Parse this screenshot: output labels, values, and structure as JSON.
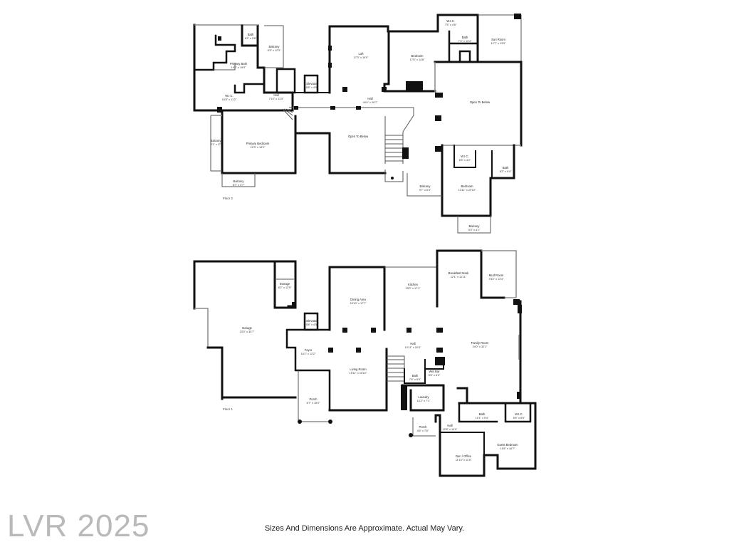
{
  "floor2": {
    "label": "Floor 2",
    "rooms": [
      {
        "id": "bath-f2-a",
        "name": "Bath",
        "dim": "6'2\" x 5'8\""
      },
      {
        "id": "balcony-f2-a",
        "name": "Balcony",
        "dim": "6'5\" x 12'3\""
      },
      {
        "id": "primary-bath",
        "name": "Primary Bath",
        "dim": "19'0\" x 19'9\""
      },
      {
        "id": "wic-f2-a",
        "name": "W.I.C.",
        "dim": "16'8\" x 11'2\""
      },
      {
        "id": "hall-f2-a",
        "name": "Hall",
        "dim": "7'10\" x 11'3\""
      },
      {
        "id": "elevator-f2",
        "name": "Elevator",
        "dim": "5'8\" x 4'5\""
      },
      {
        "id": "loft",
        "name": "Loft",
        "dim": "17'3\" x 19'0\""
      },
      {
        "id": "hall-f2-b",
        "name": "Hall",
        "dim": "44'4\" x 26'7\""
      },
      {
        "id": "bedroom-f2-a",
        "name": "Bedroom",
        "dim": "17'6\" x 14'6\""
      },
      {
        "id": "wic-f2-b",
        "name": "W.I.C.",
        "dim": "7'5\" x 4'6\""
      },
      {
        "id": "bath-f2-b",
        "name": "Bath",
        "dim": "7'4\" x 13'4\""
      },
      {
        "id": "sun-room",
        "name": "Sun Room",
        "dim": "12'7\" x 13'9\""
      },
      {
        "id": "open-below-f2-a",
        "name": "Open To Below",
        "dim": ""
      },
      {
        "id": "open-below-f2-b",
        "name": "Open To Below",
        "dim": ""
      },
      {
        "id": "balcony-f2-b",
        "name": "Balcony",
        "dim": "3'1\" x 17'"
      },
      {
        "id": "primary-bedroom",
        "name": "Primary Bedroom",
        "dim": "22'3\" x 19'2\""
      },
      {
        "id": "balcony-f2-c",
        "name": "Balcony",
        "dim": "8'7\" x 3'7\""
      },
      {
        "id": "wic-f2-c",
        "name": "W.I.C.",
        "dim": "6'5\" x 4'2\""
      },
      {
        "id": "bath-f2-c",
        "name": "Bath",
        "dim": "8'2\" x 9'4\""
      },
      {
        "id": "balcony-f2-d",
        "name": "Balcony",
        "dim": "9'7\" x 6'4\""
      },
      {
        "id": "bedroom-f2-b",
        "name": "Bedroom",
        "dim": "13'11\" x 20'10\""
      },
      {
        "id": "balcony-f2-e",
        "name": "Balcony",
        "dim": "9'3\" x 4'1\""
      }
    ]
  },
  "floor1": {
    "label": "Floor 1",
    "rooms": [
      {
        "id": "storage",
        "name": "Storage",
        "dim": "8'2\" x 12'5\""
      },
      {
        "id": "garage",
        "name": "Garage",
        "dim": "23'3\" x 30'7\""
      },
      {
        "id": "elevator-f1",
        "name": "Elevator",
        "dim": "5'8\" x 4'5\""
      },
      {
        "id": "dining-area",
        "name": "Dining Area",
        "dim": "15'10\" x 17'7\""
      },
      {
        "id": "kitchen",
        "name": "Kitchen",
        "dim": "23'0\" x 17'1\""
      },
      {
        "id": "breakfast-nook",
        "name": "Breakfast Nook",
        "dim": "12'1\" x 11'11\""
      },
      {
        "id": "mud-room",
        "name": "Mud Room",
        "dim": "9'10\" x 13'4\""
      },
      {
        "id": "foyer",
        "name": "Foyer",
        "dim": "16'1\" x 12'2\""
      },
      {
        "id": "hall-f1-a",
        "name": "Hall",
        "dim": "14'11\" x 10'0\""
      },
      {
        "id": "family-room",
        "name": "Family Room",
        "dim": "24'0\" x 32'1\""
      },
      {
        "id": "living-room",
        "name": "Living Room",
        "dim": "15'11\" x 15'10\""
      },
      {
        "id": "bath-f1-a",
        "name": "Bath",
        "dim": "7'6\" x 6'5\""
      },
      {
        "id": "wet-bar",
        "name": "Wet Bar",
        "dim": "5'6\" x 6'0\""
      },
      {
        "id": "porch-f1-a",
        "name": "Porch",
        "dim": "8'7\" x 15'0\""
      },
      {
        "id": "laundry",
        "name": "Laundry",
        "dim": "10'2\" x 7'1\""
      },
      {
        "id": "bath-f1-b",
        "name": "Bath",
        "dim": "10'1\" x 5'4\""
      },
      {
        "id": "wic-f1",
        "name": "W.I.C.",
        "dim": "6'8\" x 6'6\""
      },
      {
        "id": "porch-f1-b",
        "name": "Porch",
        "dim": "4'6\" x 7'6\""
      },
      {
        "id": "hall-f1-b",
        "name": "Hall",
        "dim": "12'8\" x 14'0\""
      },
      {
        "id": "den-office",
        "name": "Den / Office",
        "dim": "11'10\" x 11'5\""
      },
      {
        "id": "guest-bedroom",
        "name": "Guest Bedroom",
        "dim": "15'6\" x 16'7\""
      }
    ]
  },
  "watermark": "LVR 2025",
  "disclaimer": "Sizes And Dimensions Are Approximate. Actual May Vary."
}
